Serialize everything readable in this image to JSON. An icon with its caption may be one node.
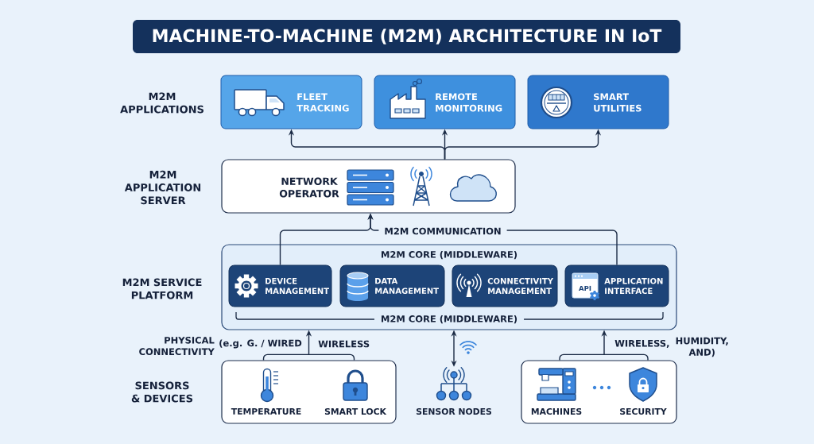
{
  "diagram": {
    "title": "MACHINE-TO-MACHINE (M2M) ARCHITECTURE IN IoT",
    "nodes": [
      {
        "text": [
          "FLEET TRACKING"
        ]
      },
      {
        "text": [
          "REMOTE MONITORING"
        ]
      },
      {
        "text": [
          "SMART UTILITIES"
        ]
      },
      {
        "text": [
          "NETWORK OPERATOR"
        ]
      },
      {
        "text": [
          "M2M CORE (MIDDLEWARE)",
          "M2M CORE (MIDDLEWARE)"
        ]
      },
      {
        "text": [
          "DEVICE MANAGEMENT"
        ],
        "in": 4
      },
      {
        "text": [
          "DATA MANAGEMENT"
        ],
        "in": 4
      },
      {
        "text": [
          "CONNECTIVITY MANAGEMENT"
        ],
        "in": 4
      },
      {
        "text": [
          "API",
          "APPLICATION INTERFACE"
        ],
        "in": 4
      },
      {
        "text": [
          "TEMPERATURE",
          "SMART LOCK"
        ]
      },
      {
        "text": [],
        "shape": "picture",
        "beside": [
          "SENSOR NODES"
        ]
      },
      {
        "text": [
          "MACHINES",
          "SECURITY"
        ]
      }
    ],
    "edges": [
      {
        "from": 3,
        "to": 0,
        "arrow": "to"
      },
      {
        "from": 3,
        "to": 1,
        "arrow": "to"
      },
      {
        "from": 3,
        "to": 2,
        "arrow": "to"
      },
      {
        "from": 5,
        "to": 3,
        "arrow": "to"
      },
      {
        "from": 8,
        "to": 3,
        "arrow": "to",
        "label": "M2M COMMUNICATION"
      },
      {
        "from": 9,
        "to": 4,
        "arrow": "to"
      },
      {
        "from": 10,
        "to": 4,
        "arrow": "both"
      },
      {
        "from": 11,
        "to": 4,
        "arrow": "to"
      }
    ],
    "labels": [
      "M2M APPLICATIONS",
      "M2M APPLICATION SERVER",
      "M2M SERVICE PLATFORM",
      "PHYSICAL CONNECTIVITY",
      "(e.g. G. / WIRED",
      "WIRELESS",
      "WIRELESS,",
      "HUMIDITY, AND)",
      "SENSORS & DEVICES"
    ]
  }
}
